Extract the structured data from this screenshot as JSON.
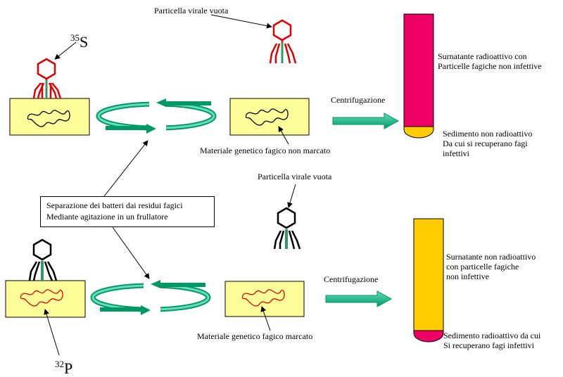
{
  "top": {
    "isotope_mass": "35",
    "isotope_symbol": "S",
    "empty_particle_label": "Particella virale vuota",
    "centrifuge_label": "Centrifugazione",
    "genetic_material_label": "Materiale genetico fagico  non marcato",
    "supernatant_label": [
      "Surnatante radioattivo con",
      "Particelle fagiche non infettive"
    ],
    "sediment_label": [
      "Sedimento non radioattivo",
      "Da cui si recuperano fagi",
      "infettivi"
    ],
    "tube_color": "#ee0066",
    "sediment_color": "#ffcc00",
    "label_color": "#ee0000"
  },
  "middle": {
    "separation_label": [
      "Separazione dei batteri dai residui fagici",
      "Mediante agitazione in un frullatore"
    ]
  },
  "bottom": {
    "isotope_mass": "32",
    "isotope_symbol": "P",
    "empty_particle_label": "Particella virale vuota",
    "centrifuge_label": "Centrifugazione",
    "genetic_material_label": "Materiale genetico fagico marcato",
    "supernatant_label": [
      "Surnatante non radioattivo",
      "con particelle fagiche",
      "non infettive"
    ],
    "sediment_label": [
      "Sedimento radioattivo da cui",
      "Si recuperano fagi infettivi"
    ],
    "tube_color": "#ffcc00",
    "sediment_color": "#ee0066",
    "label_color": "#ee0000"
  },
  "colors": {
    "bacterium_fill": "#ffff99",
    "rotation_arrow": "#009966",
    "phage_tail": "#339966"
  }
}
